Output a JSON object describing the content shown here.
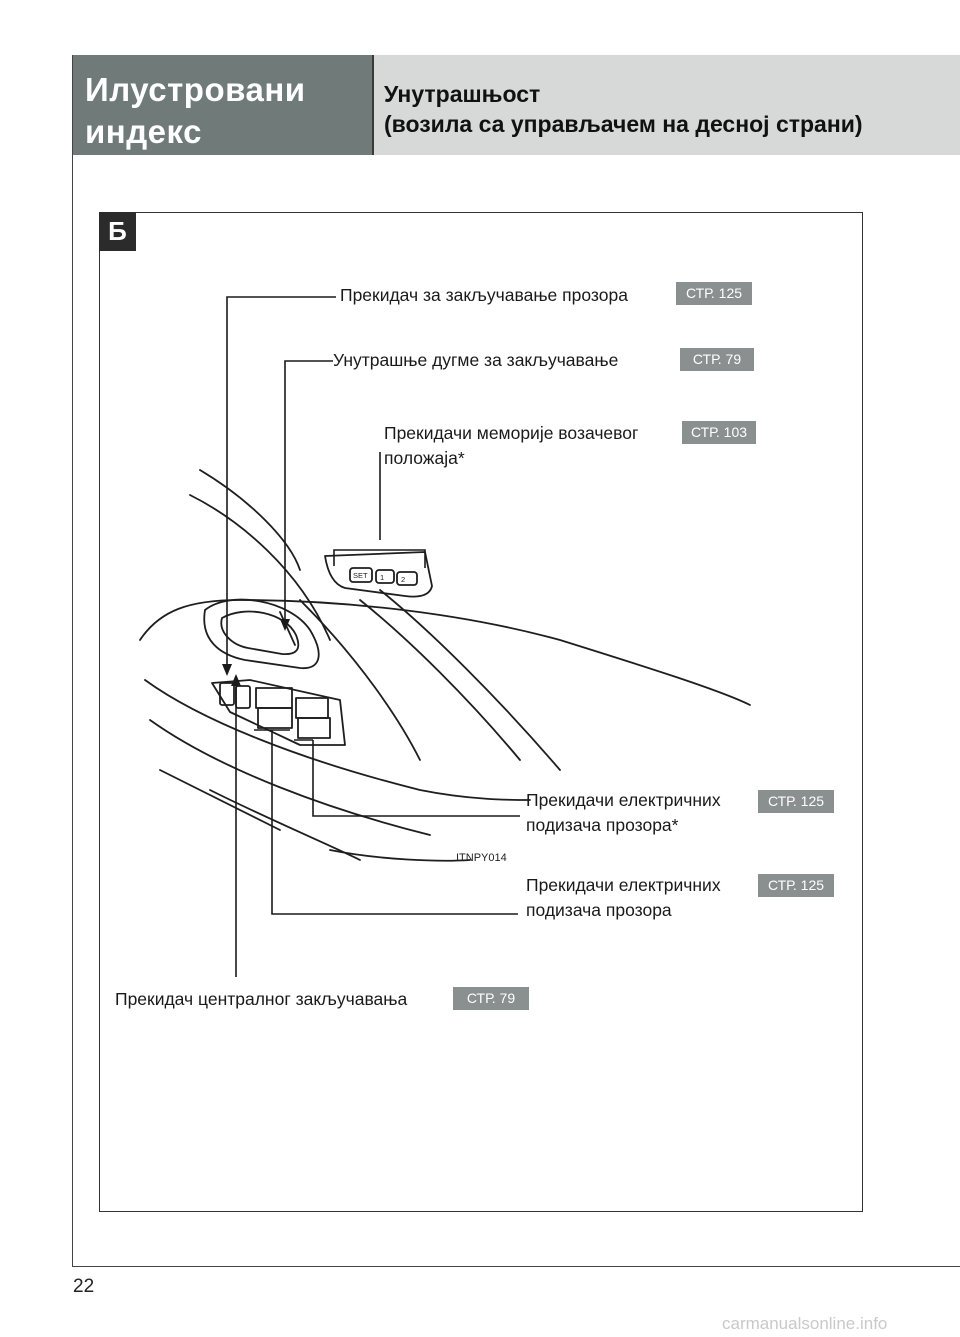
{
  "header": {
    "section_line1": "Илустровани",
    "section_line2": "индекс",
    "title_line1": "Унутрашњост",
    "title_line2": "(возила са управљачем на десној страни)"
  },
  "panel_label": "Б",
  "callouts": [
    {
      "label": "Прекидач за закључавање прозора",
      "ref": "СТР. 125"
    },
    {
      "label": "Унутрашње дугме за закључавање",
      "ref": "СТР. 79"
    },
    {
      "label_line1": "Прекидачи меморије возачевог",
      "label_line2": "положаја*",
      "ref": "СТР. 103"
    },
    {
      "label_line1": "Прекидачи електричних",
      "label_line2": "подизача прозора*",
      "ref": "СТР. 125"
    },
    {
      "label_line1": "Прекидачи електричних",
      "label_line2": "подизача прозора",
      "ref": "СТР. 125"
    },
    {
      "label": "Прекидач централног закључавања",
      "ref": "СТР. 79"
    }
  ],
  "illustration_code": "ITNPY014",
  "memory_buttons": [
    "SET",
    "1",
    "2"
  ],
  "page_number": "22",
  "watermark": "carmanualsonline.info",
  "colors": {
    "header_dark": "#6f7a79",
    "header_light": "#d7d8d8",
    "ref_badge": "#8a8f8f",
    "panel_label": "#2b2b2b"
  }
}
